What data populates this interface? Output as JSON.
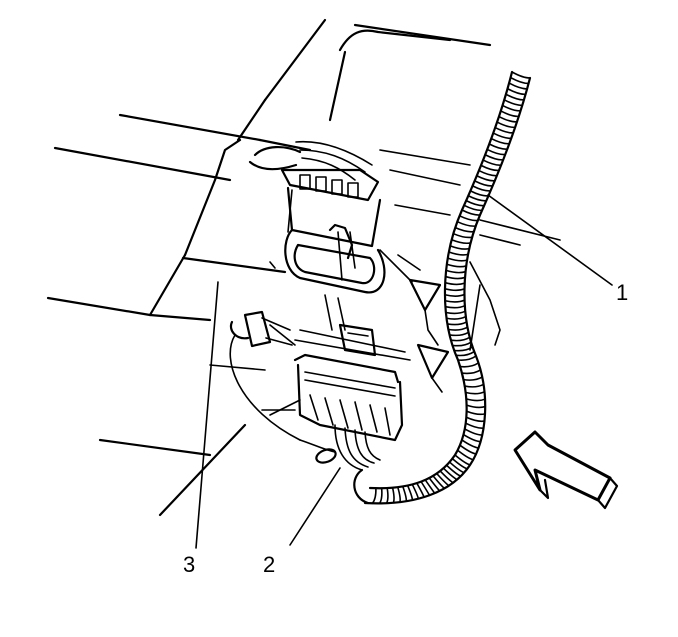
{
  "diagram": {
    "callouts": [
      {
        "id": "1",
        "label": "1"
      },
      {
        "id": "2",
        "label": "2"
      },
      {
        "id": "3",
        "label": "3"
      }
    ],
    "colors": {
      "line": "#000000",
      "background": "#ffffff",
      "arrow_fill": "#ffffff"
    }
  }
}
